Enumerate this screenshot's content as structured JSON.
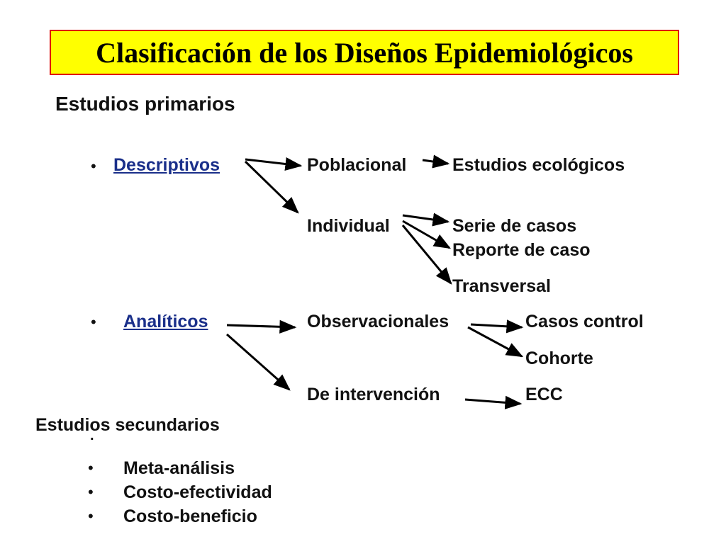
{
  "title": "Clasificación de los Diseños Epidemiológicos",
  "primary": {
    "heading": "Estudios primarios",
    "descriptivos": {
      "label": "Descriptivos",
      "poblacional": "Poblacional",
      "ecologicos": "Estudios ecológicos",
      "individual": "Individual",
      "serie": "Serie de casos",
      "reporte": "Reporte de caso",
      "transversal": "Transversal"
    },
    "analiticos": {
      "label": "Analíticos",
      "observacionales": "Observacionales",
      "casos_control": "Casos control",
      "cohorte": "Cohorte",
      "intervencion": "De intervención",
      "ecc": "ECC"
    }
  },
  "secondary": {
    "heading": "Estudios secundarios",
    "items": [
      "Meta-análisis",
      "Costo-efectividad",
      "Costo-beneficio"
    ]
  },
  "bullet_char": "•"
}
